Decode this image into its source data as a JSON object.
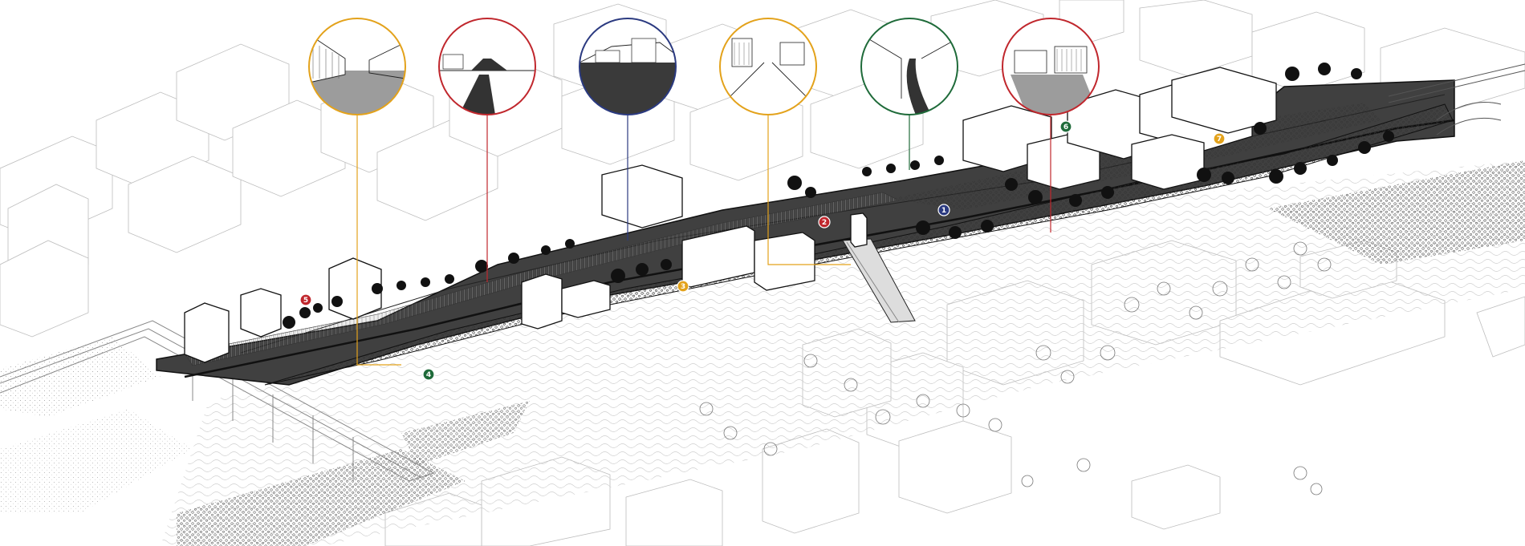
{
  "colors": {
    "yellow": "#e3a21b",
    "red": "#c0272d",
    "navy": "#2b3a80",
    "green": "#1f6b3a",
    "dark": "#3d3d3d",
    "ink": "#111111",
    "line": "#7a7a7a"
  },
  "viewpoints": [
    {
      "id": "view-1",
      "color": "yellow",
      "scene": "street-corridor"
    },
    {
      "id": "view-2",
      "color": "red",
      "scene": "open-path"
    },
    {
      "id": "view-3",
      "color": "navy",
      "scene": "dark-plaza"
    },
    {
      "id": "view-4",
      "color": "yellow",
      "scene": "street-perspective"
    },
    {
      "id": "view-5",
      "color": "green",
      "scene": "road-bend"
    },
    {
      "id": "view-6",
      "color": "red",
      "scene": "courtyard"
    }
  ],
  "markers": [
    {
      "label": "1",
      "color": "navy"
    },
    {
      "label": "2",
      "color": "red"
    },
    {
      "label": "3",
      "color": "yellow"
    },
    {
      "label": "4",
      "color": "green"
    },
    {
      "label": "5",
      "color": "red"
    },
    {
      "label": "6",
      "color": "green"
    },
    {
      "label": "7",
      "color": "yellow"
    }
  ]
}
